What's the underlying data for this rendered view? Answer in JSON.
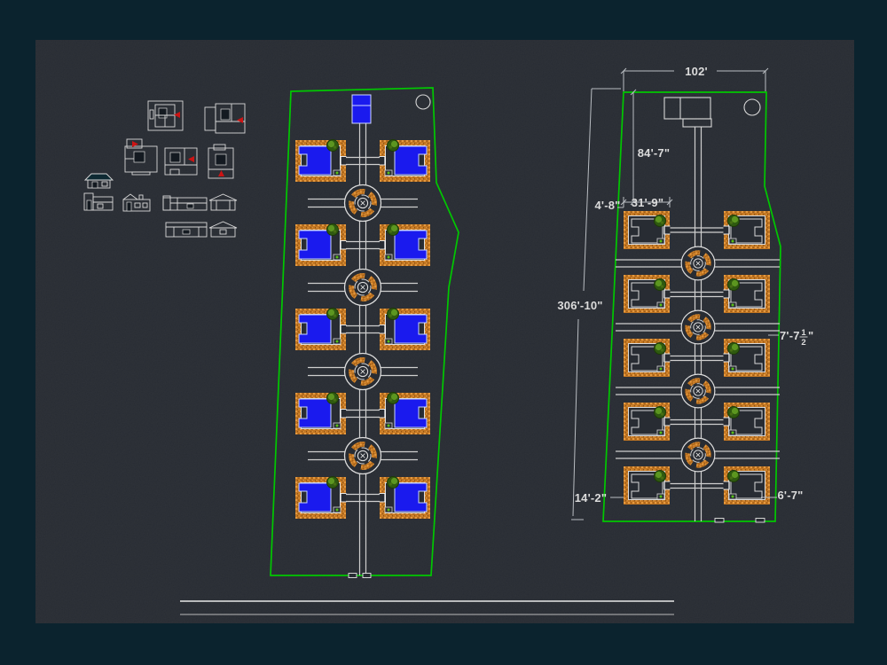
{
  "drawing": {
    "title": "housing-subdivision-site-plan",
    "left_plan": "rendered site plan with pools",
    "right_plan": "dimensioned site plan",
    "house_lots_per_plan": 10,
    "roundabouts_per_plan": 4
  },
  "colors": {
    "outer_bg": "#0b232e",
    "canvas_bg": "#282c33",
    "boundary_green": "#00c800",
    "hatch_orange": "#c27622",
    "hatch_orange_light": "#e59a40",
    "hatch_orange_dark": "#8f5212",
    "pool_blue": "#1a1aee",
    "line_white": "#dcdcdc",
    "line_gray": "#b4b4b4",
    "tree_green": "#3a6b10",
    "tree_green_light": "#5c9620",
    "marker_green": "#58c018",
    "block_red": "#cc1414"
  },
  "dimensions": {
    "top_width": "102'",
    "entry_length": "84'-7\"",
    "side_offset": "4'-8\"",
    "lot_width": "31'-9\"",
    "overall_length": "306'-10\"",
    "right_offset_whole": "7'-7",
    "right_offset_numerator": "1",
    "right_offset_denominator": "2",
    "right_offset_suffix": "\"",
    "bottom_left_offset": "14'-2\"",
    "bottom_right_offset": "6'-7\""
  }
}
